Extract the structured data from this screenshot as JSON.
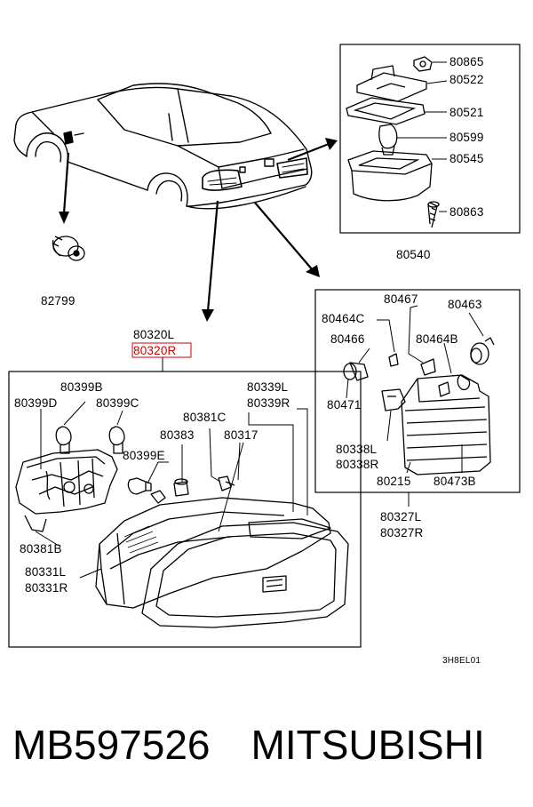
{
  "title_part_number": "MB597526",
  "title_brand": "MITSUBISHI",
  "diagram_code": "3H8EL01",
  "highlight_color": "#d00000",
  "labels": {
    "p82799": "82799",
    "p80865": "80865",
    "p80522": "80522",
    "p80521": "80521",
    "p80599": "80599",
    "p80545": "80545",
    "p80863": "80863",
    "p80540": "80540",
    "p80320L": "80320L",
    "p80320R": "80320R",
    "p80399B": "80399B",
    "p80399D": "80399D",
    "p80399C": "80399C",
    "p80339L": "80339L",
    "p80339R": "80339R",
    "p80381C": "80381C",
    "p80383": "80383",
    "p80317": "80317",
    "p80399E": "80399E",
    "p80381B": "80381B",
    "p80331L": "80331L",
    "p80331R": "80331R",
    "p80467": "80467",
    "p80463": "80463",
    "p80464C": "80464C",
    "p80466": "80466",
    "p80464B": "80464B",
    "p80471": "80471",
    "p80338L": "80338L",
    "p80338R": "80338R",
    "p80215": "80215",
    "p80473B": "80473B",
    "p80327L": "80327L",
    "p80327R": "80327R"
  }
}
